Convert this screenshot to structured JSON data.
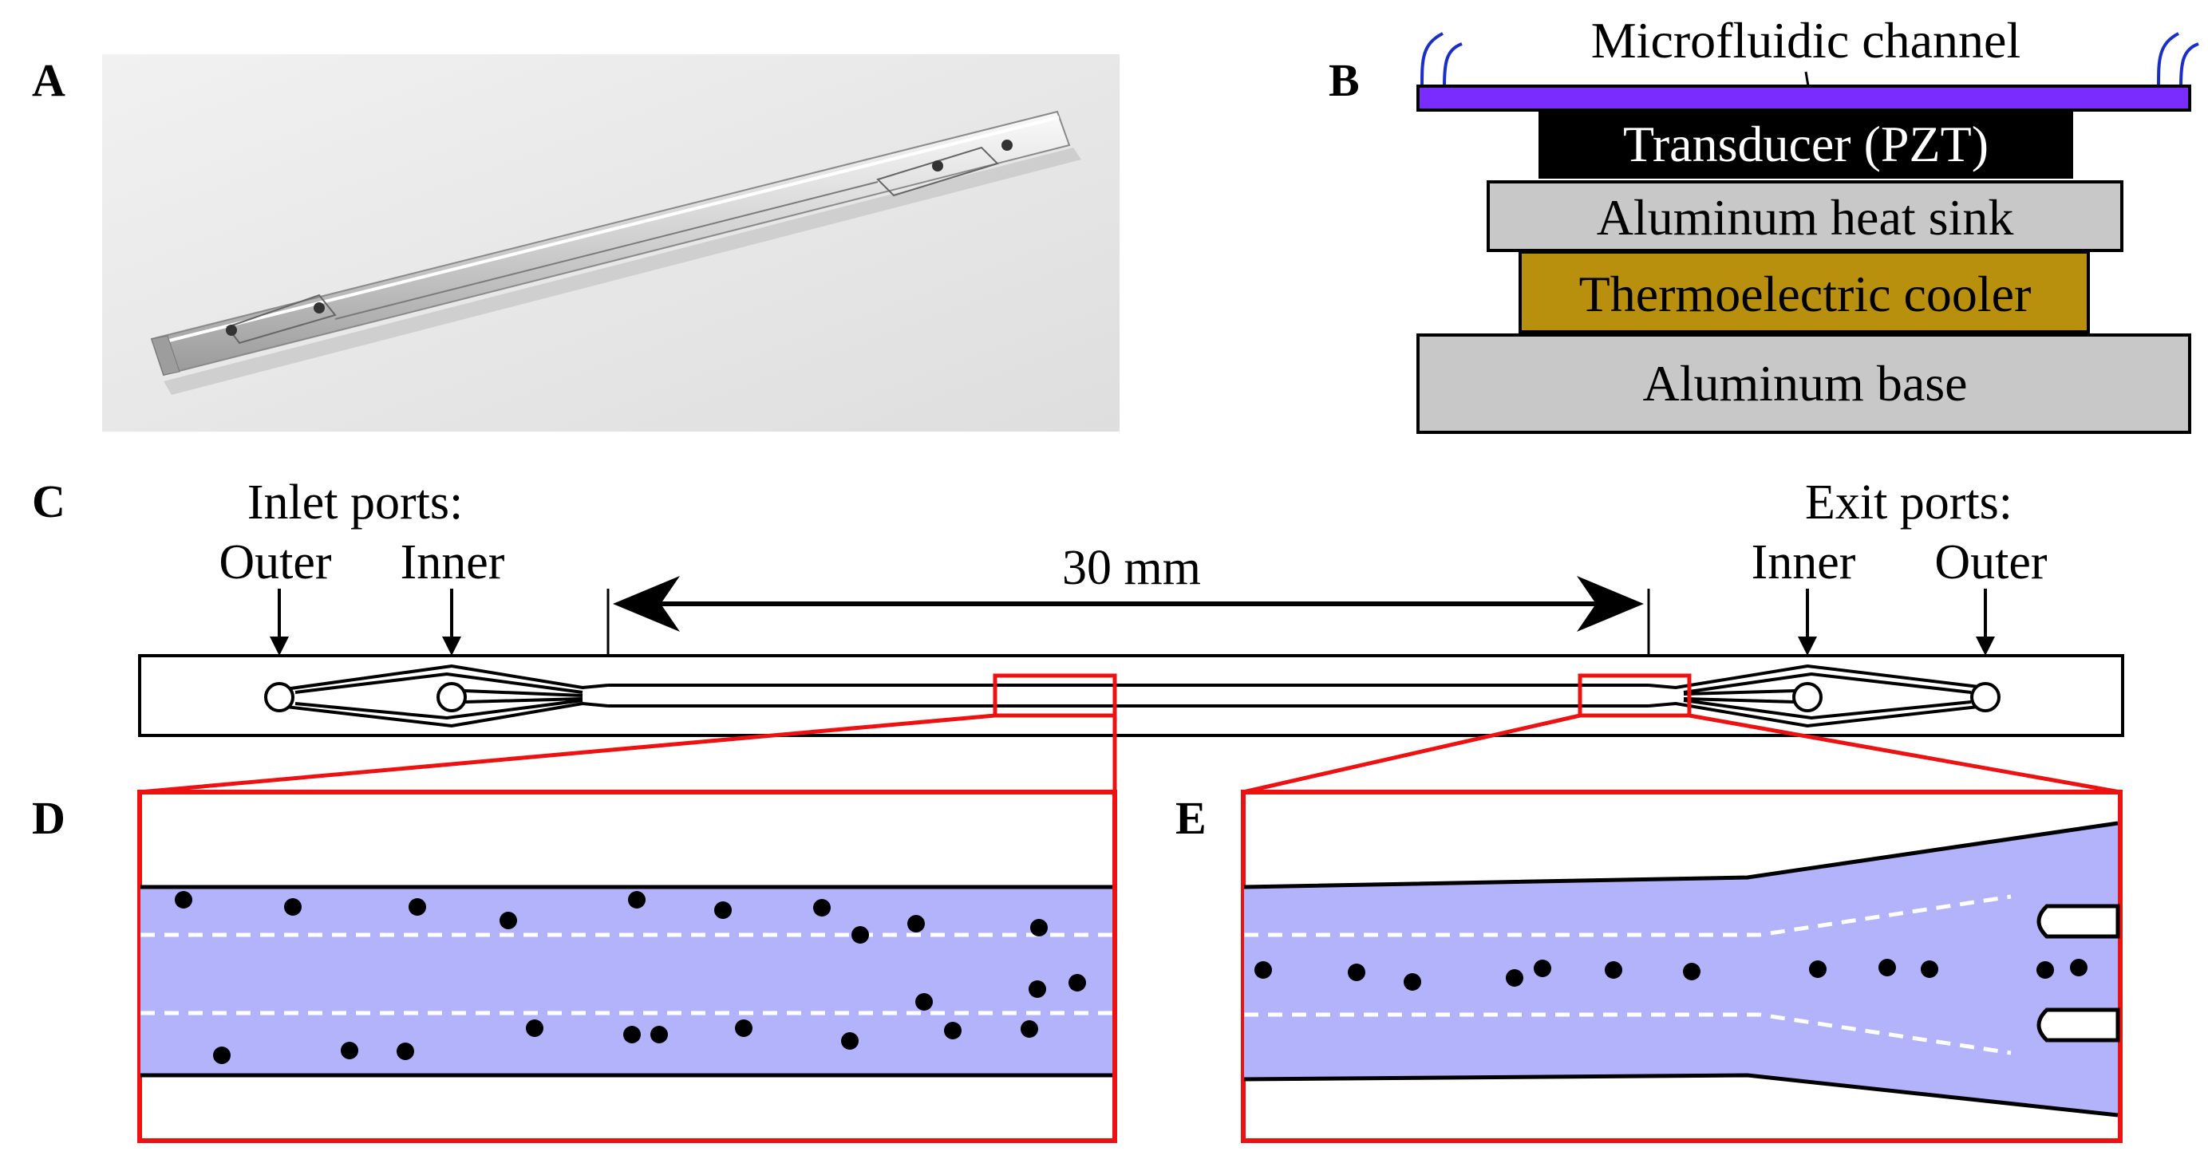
{
  "panels": {
    "a": {
      "letter": "A"
    },
    "b": {
      "letter": "B",
      "channel_label": "Microfluidic channel",
      "layers": [
        {
          "label": "Transducer (PZT)",
          "fill": "#000000",
          "text_color": "#ffffff"
        },
        {
          "label": "Aluminum heat sink",
          "fill": "#c8c8c8",
          "text_color": "#000000"
        },
        {
          "label": "Thermoelectric cooler",
          "fill": "#b8900e",
          "text_color": "#000000"
        },
        {
          "label": "Aluminum base",
          "fill": "#c8c8c8",
          "text_color": "#000000"
        }
      ],
      "channel_color": "#7a2cff",
      "tubing_color": "#1a2ec8"
    },
    "c": {
      "letter": "C",
      "inlet_title": "Inlet ports:",
      "inlet_outer": "Outer",
      "inlet_inner": "Inner",
      "exit_title": "Exit ports:",
      "exit_inner": "Inner",
      "exit_outer": "Outer",
      "dimension": "30 mm"
    },
    "d": {
      "letter": "D"
    },
    "e": {
      "letter": "E"
    }
  },
  "colors": {
    "fluid": "#b3b3fb",
    "zoom_box": "#ee1111",
    "particle": "#000000",
    "streamline": "#ffffff"
  }
}
